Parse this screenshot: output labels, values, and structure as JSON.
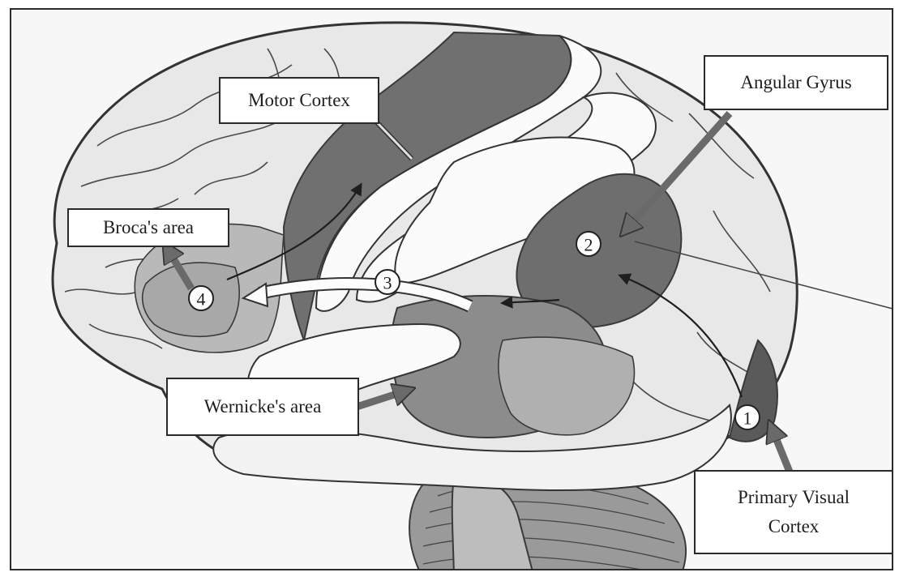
{
  "labels": {
    "motor_cortex": "Motor Cortex",
    "angular_gyrus": "Angular Gyrus",
    "brocas_area": "Broca's area",
    "wernickes_area": "Wernicke's area",
    "primary_visual_cortex_line1": "Primary Visual",
    "primary_visual_cortex_line2": "Cortex"
  },
  "steps": [
    "1",
    "2",
    "3",
    "4"
  ],
  "colors": {
    "brain_light": "#e9e9e9",
    "gyrus_white": "#fbfbfb",
    "region_dark": "#6e6e6e",
    "region_mid": "#8b8b8b",
    "region_light": "#b9b9b9",
    "outline": "#3a3a3a",
    "arrow_gray": "#666666"
  }
}
